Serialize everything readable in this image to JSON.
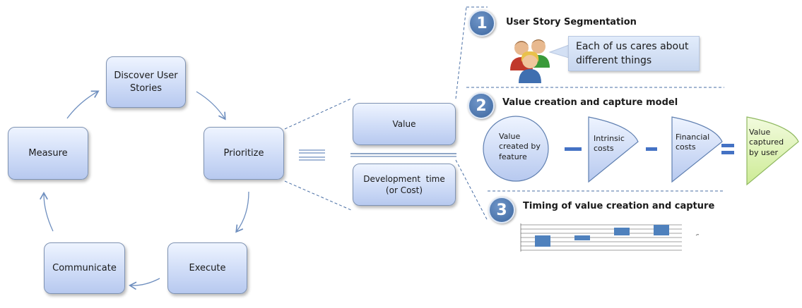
{
  "cycle": {
    "discover": "Discover User Stories",
    "prioritize": "Prioritize",
    "execute": "Execute",
    "communicate": "Communicate",
    "measure": "Measure"
  },
  "ratio": {
    "numerator": "Value",
    "denominator": "Development  time (or Cost)"
  },
  "sections": [
    {
      "number": "1",
      "title": "User Story Segmentation",
      "callout": "Each of us cares about different things"
    },
    {
      "number": "2",
      "title": "Value creation and capture model"
    },
    {
      "number": "3",
      "title": "Timing of value creation and capture"
    }
  ],
  "model": {
    "value_created": "Value created by feature",
    "intrinsic_costs": "Intrinsic costs",
    "financial_costs": "Financial costs",
    "value_captured": "Value captured by user"
  },
  "colors": {
    "box_fill": "#cfdcf7",
    "accent_blue": "#4472c4",
    "captured_green": "#d8f0a8"
  }
}
